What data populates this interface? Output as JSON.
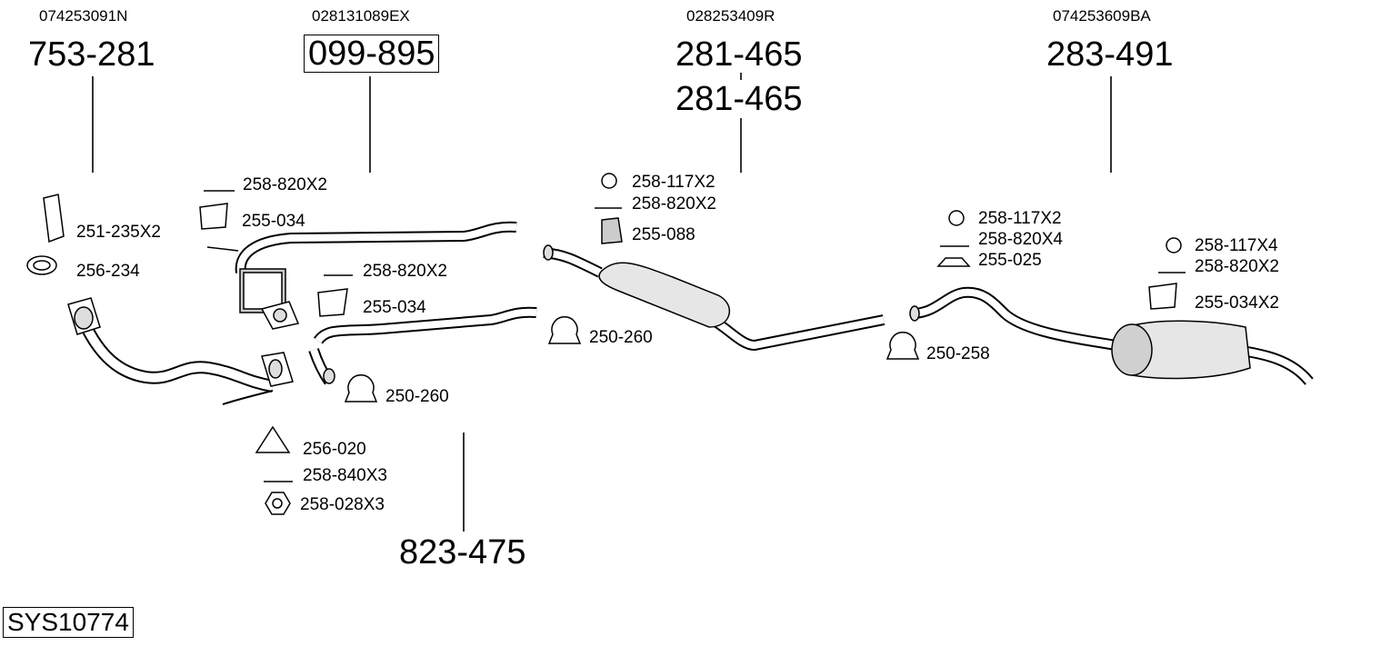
{
  "diagram": {
    "system_code": "SYS10774",
    "sections": [
      {
        "oem_number": "074253091N",
        "part_number": "753-281"
      },
      {
        "oem_number": "028131089EX",
        "part_number": "099-895"
      },
      {
        "oem_number": "028253409R",
        "part_number": "281-465",
        "part_number_2": "281-465"
      },
      {
        "oem_number": "074253609BA",
        "part_number": "283-491"
      }
    ],
    "middle_pipe": {
      "part_number": "823-475"
    },
    "fittings": {
      "f1": "251-235X2",
      "f2": "256-234",
      "f3": "258-820X2",
      "f4": "255-034",
      "f5": "258-820X2",
      "f6": "255-034",
      "f7": "250-260",
      "f8": "256-020",
      "f9": "258-840X3",
      "f10": "258-028X3",
      "f11": "258-117X2",
      "f12": "258-820X2",
      "f13": "255-088",
      "f14": "250-260",
      "f15": "258-117X2",
      "f16": "258-820X4",
      "f17": "255-025",
      "f18": "250-258",
      "f19": "258-117X4",
      "f20": "258-820X2",
      "f21": "255-034X2"
    }
  }
}
